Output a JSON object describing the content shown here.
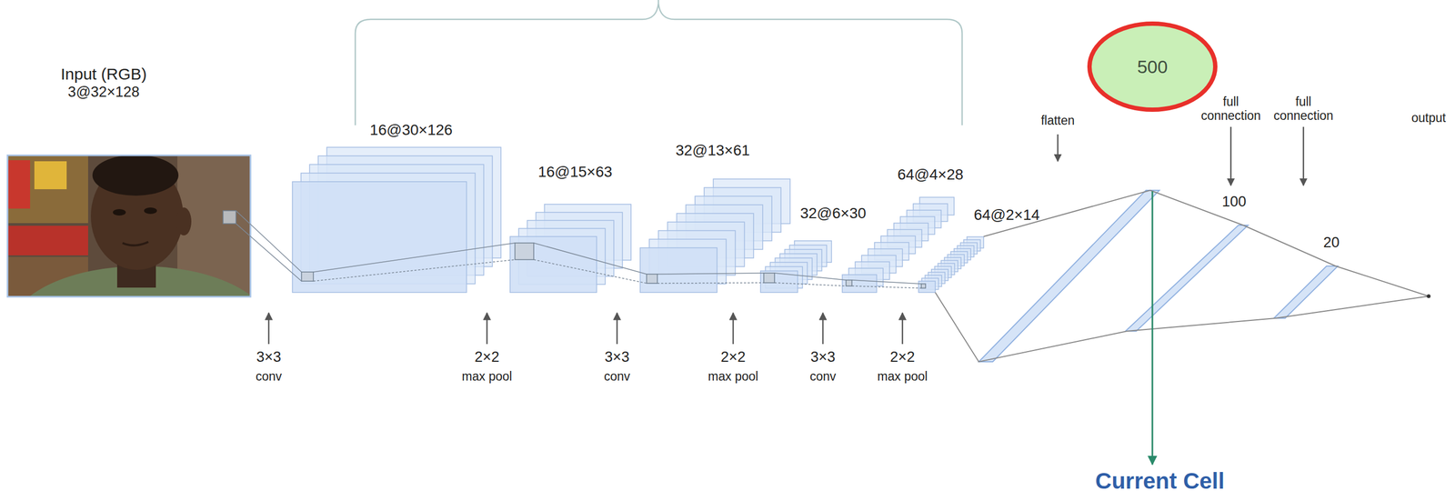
{
  "diagram": {
    "nodes": [
      {
        "text": [
          "500"
        ]
      }
    ],
    "labels": [
      "Input (RGB)",
      "3@32×128",
      "16@30×126",
      "16@15×63",
      "32@13×61",
      "32@6×30",
      "64@4×28",
      "64@2×14",
      "3×3",
      "conv",
      "2×2",
      "max pool",
      "3×3",
      "conv",
      "2×2",
      "max pool",
      "3×3",
      "conv",
      "2×2",
      "max pool",
      "flatten",
      "full connection",
      "100",
      "full connection",
      "20",
      "output",
      "Current Cell"
    ]
  }
}
